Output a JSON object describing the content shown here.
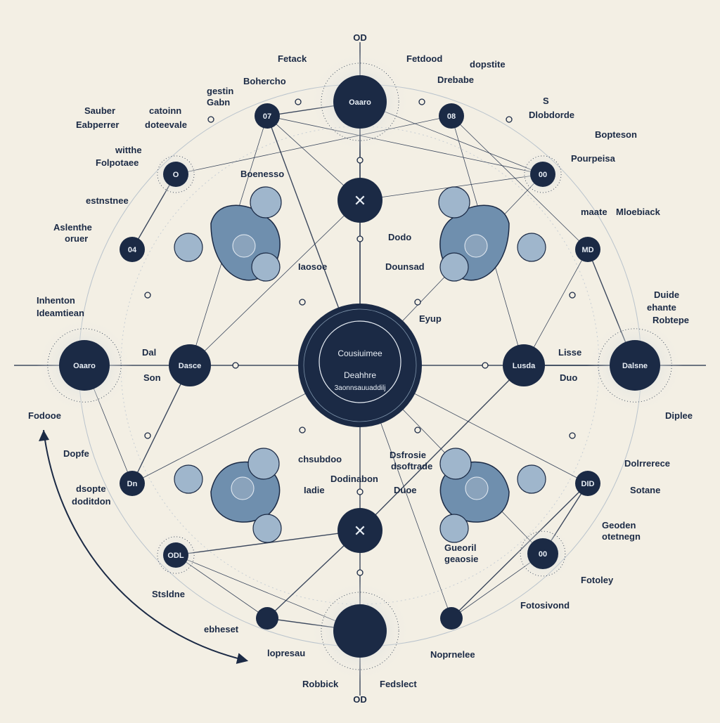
{
  "diagram": {
    "center": {
      "title_line1": "Cousiuimee",
      "title_line2": "Deahhre",
      "ring_text": "3aonnsauuaddilj"
    },
    "nodes": {
      "top": "Oaaro",
      "bottom": "",
      "left": "Dasce",
      "right": "Lusda",
      "far_left": "Oaaro",
      "far_right": "Dalsne",
      "upper_left": "07",
      "upper_right": "08",
      "bottom_right": "00",
      "left_mid_upper": "04",
      "left_mid_lower": "Dn",
      "right_mid_upper": "MD",
      "right_mid_lower": "DID",
      "upper_left_outer": "O",
      "upper_right_outer": "00",
      "lower_left_outer": "ODL"
    },
    "labels": {
      "top_od": "OD",
      "bottom_od": "OD",
      "fetack": "Fetack",
      "fetdood": "Fetdood",
      "doptite": "dopstite",
      "behercho": "Bohercho",
      "drebabe": "Drebabe",
      "s": "S",
      "dlobdordo": "Dlobdorde",
      "sauber": "Sauber",
      "catoinn": "catoinn",
      "eabperrer": "Eabperrer",
      "doteevale": "doteevale",
      "gestin": "gestin",
      "gabn": "Gabn",
      "witthe": "witthe",
      "folpotaee": "Folpotaee",
      "bopteson": "Bopteson",
      "pourpeisa": "Pourpeisa",
      "boenesso": "Boenesso",
      "estnstnee": "estnstnee",
      "aslenthe": "Aslenthe",
      "oruer": "oruer",
      "maate": "maate",
      "mloebiack": "Mloebiack",
      "dodo": "Dodo",
      "dounsad": "Dounsad",
      "iaosoe": "Iaosoe",
      "inhenton": "Inhenton",
      "ideamtieaea": "Ideamtiean",
      "duide": "Duide",
      "ehante": "ehante",
      "robtepe": "Robtepe",
      "dal": "Dal",
      "son": "Son",
      "lisse": "Lisse",
      "duo": "Duo",
      "eyup": "Eyup",
      "fodooe": "Fodooe",
      "diplee": "Diplee",
      "dopfe": "Dopfe",
      "dsopte": "dsopte",
      "dolditdon": "doditdon",
      "dodinabon": "Dodinabon",
      "iadie": "Iadie",
      "dsfrosie": "Dsfrosie",
      "chsubdoo": "chsubdoo",
      "dsoftrade": "dsoftrade",
      "duoe": "Duoe",
      "dolinrrece": "Dolrrerece",
      "sotane": "Sotane",
      "geoden": "Geoden",
      "otetnegn": "otetnegn",
      "guesoril": "Gueoril",
      "geaosie": "geaosie",
      "fotoley": "Fotoley",
      "stsldne": "Stsldne",
      "fotosivond": "Fotosivond",
      "ebheset": "ebheset",
      "lopreseu": "lopresau",
      "noprnelee": "Noprnelee",
      "robbick": "Robbick",
      "fedslect": "Fedslect"
    },
    "colors": {
      "background": "#f3efe4",
      "navy": "#1b2a45",
      "blob": "#6f8fae",
      "blob_light": "#9fb6cc"
    }
  }
}
